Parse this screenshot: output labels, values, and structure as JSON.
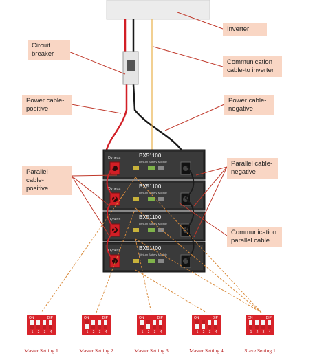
{
  "labels": {
    "inverter": "Inverter",
    "circuit_breaker": "Circuit\nbreaker",
    "comm_cable_inverter": "Communication\ncable-to inverter",
    "power_cable_positive": "Power cable-\npositive",
    "power_cable_negative": "Power cable-\nnegative",
    "parallel_cable_positive": "Parallel cable-\npositive",
    "parallel_cable_negative": "Parallel cable-\nnegative",
    "comm_parallel_cable": "Communication\nparallel cable"
  },
  "battery": {
    "model": "BX51100",
    "subtitle": "Lithium Battery Module",
    "brand": "Dyness",
    "count": 4
  },
  "dip_switch": {
    "on_text": "ON",
    "dip_text": "DIP",
    "numbers": [
      "1",
      "2",
      "3",
      "4"
    ]
  },
  "settings": [
    {
      "label": "Master Setting 1",
      "positions": [
        "down",
        "down",
        "down",
        "down"
      ]
    },
    {
      "label": "Master Setting 2",
      "positions": [
        "up",
        "down",
        "down",
        "down"
      ]
    },
    {
      "label": "Master Setting 3",
      "positions": [
        "down",
        "up",
        "down",
        "down"
      ]
    },
    {
      "label": "Master Setting 4",
      "positions": [
        "up",
        "up",
        "down",
        "down"
      ]
    },
    {
      "label": "Slave Setting 1",
      "positions": [
        "down",
        "down",
        "down",
        "down"
      ]
    }
  ],
  "colors": {
    "callout_bg": "#f9d6c4",
    "leader": "#c0392b",
    "positive": "#d21f26",
    "negative": "#1a1a1a",
    "comm_cable": "#e8b04a",
    "dashed": "#d98a3a",
    "battery": "#2b2b2b"
  }
}
